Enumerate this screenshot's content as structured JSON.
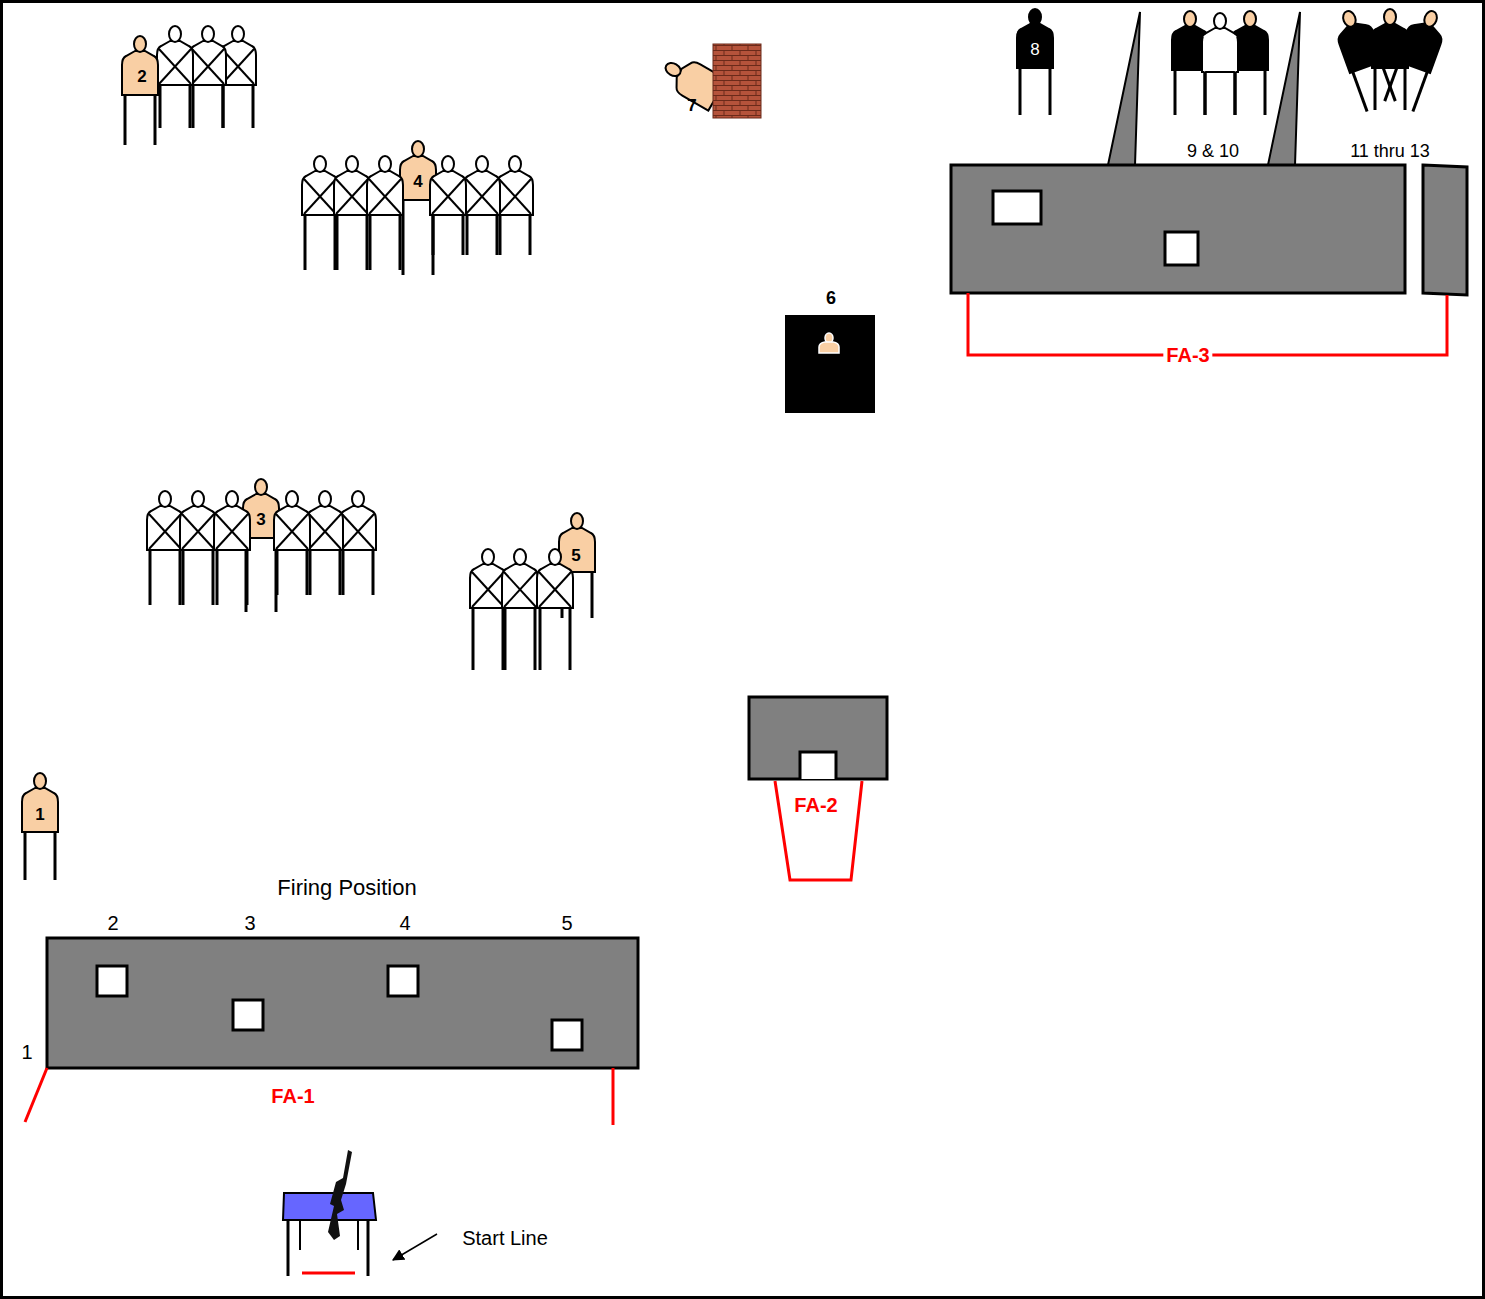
{
  "diagram": {
    "labels": [
      "2",
      "4",
      "7",
      "8",
      "9 & 10",
      "11 thru 13",
      "6",
      "FA-3",
      "3",
      "5",
      "FA-2",
      "1",
      "Firing Position",
      "2",
      "3",
      "4",
      "5",
      "1",
      "FA-1",
      "Start Line"
    ]
  }
}
